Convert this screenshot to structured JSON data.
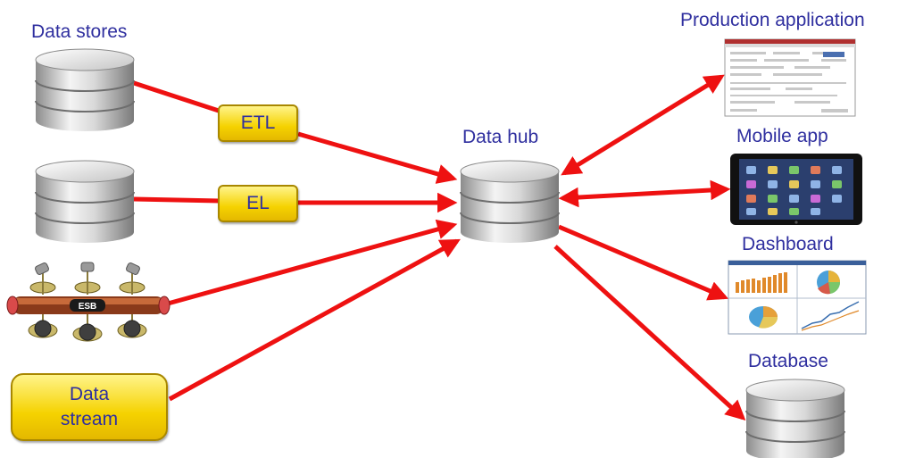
{
  "sources": {
    "data_stores_label": "Data stores",
    "etl_label": "ETL",
    "el_label": "EL",
    "esb_label": "ESB",
    "data_stream_line1": "Data",
    "data_stream_line2": "stream"
  },
  "hub": {
    "label": "Data hub"
  },
  "targets": {
    "production_label": "Production application",
    "mobile_label": "Mobile app",
    "dashboard_label": "Dashboard",
    "database_label": "Database"
  },
  "colors": {
    "arrow": "#ee1111",
    "label_text": "#2f2f9f",
    "box_fill": "#f5d200"
  }
}
